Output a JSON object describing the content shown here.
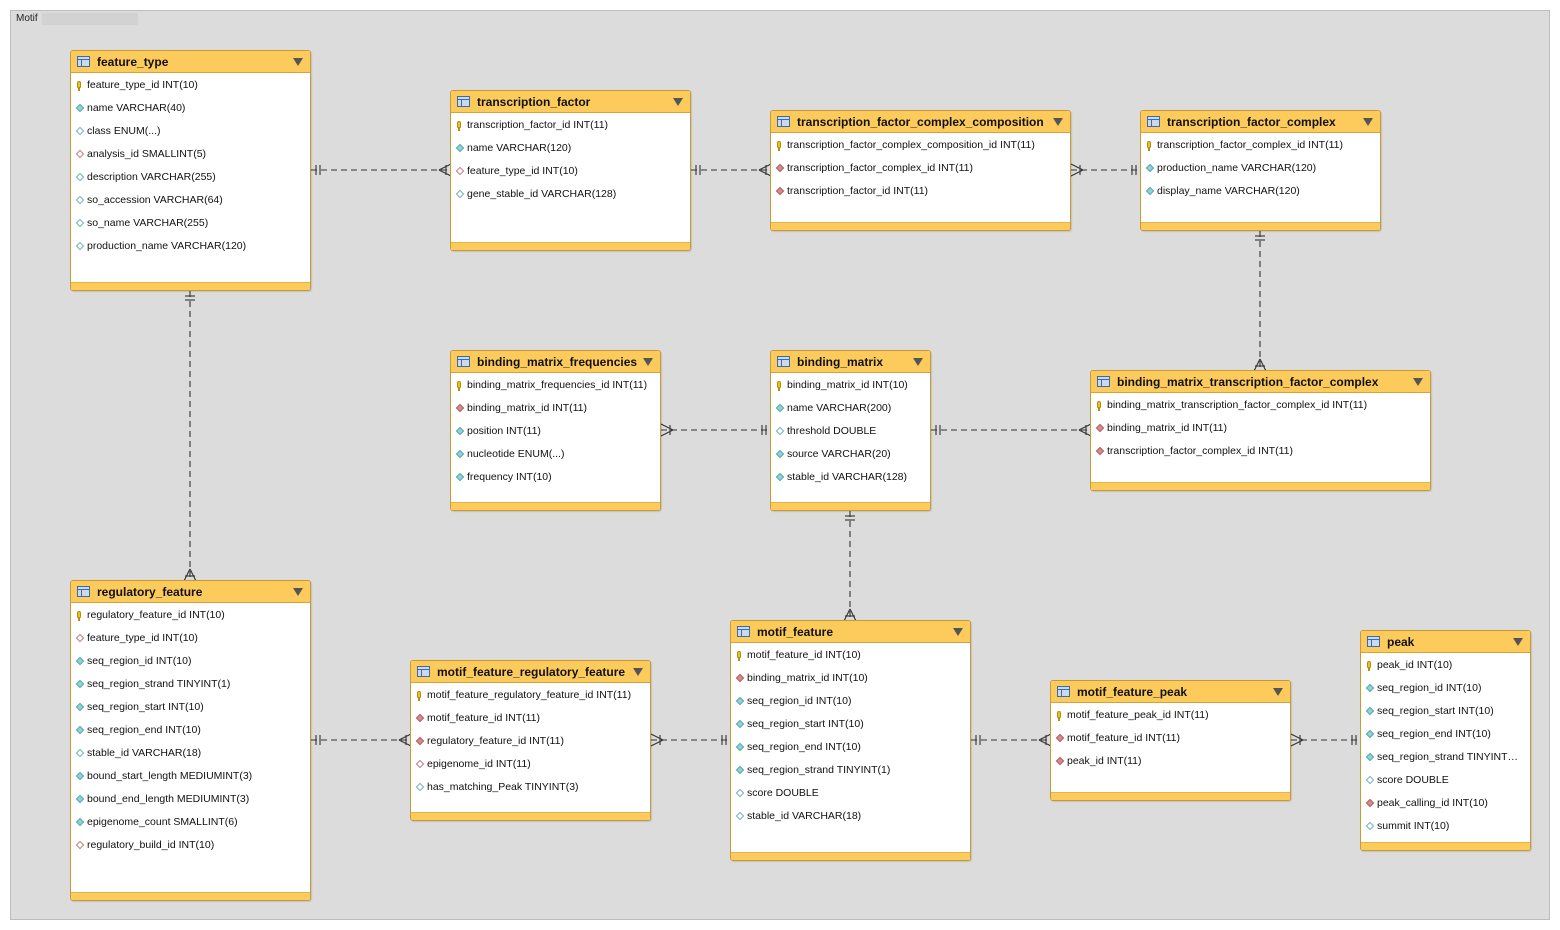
{
  "diagram": {
    "layer_name": "Motif",
    "colors": {
      "canvas": "#dcdcdc",
      "table_header": "#fdcb5c",
      "primary_key_icon": "#e9c228",
      "foreign_key_icon": "#d98a8a",
      "column_icon": "#8fd3d9",
      "connector": "#333333"
    },
    "tables": [
      {
        "id": "feature_type",
        "name": "feature_type",
        "columns": [
          {
            "text": "feature_type_id INT(10)",
            "key": "pk"
          },
          {
            "text": "name VARCHAR(40)",
            "key": "col"
          },
          {
            "text": "class ENUM(...)",
            "key": "col-null"
          },
          {
            "text": "analysis_id SMALLINT(5)",
            "key": "fk-null"
          },
          {
            "text": "description VARCHAR(255)",
            "key": "col-null"
          },
          {
            "text": "so_accession VARCHAR(64)",
            "key": "col-null"
          },
          {
            "text": "so_name VARCHAR(255)",
            "key": "col-null"
          },
          {
            "text": "production_name VARCHAR(120)",
            "key": "col-null"
          }
        ]
      },
      {
        "id": "transcription_factor",
        "name": "transcription_factor",
        "columns": [
          {
            "text": "transcription_factor_id INT(11)",
            "key": "pk"
          },
          {
            "text": "name VARCHAR(120)",
            "key": "col"
          },
          {
            "text": "feature_type_id INT(10)",
            "key": "fk-null"
          },
          {
            "text": "gene_stable_id VARCHAR(128)",
            "key": "col-null"
          }
        ]
      },
      {
        "id": "tfc_composition",
        "name": "transcription_factor_complex_composition",
        "columns": [
          {
            "text": "transcription_factor_complex_composition_id INT(11)",
            "key": "pk"
          },
          {
            "text": "transcription_factor_complex_id INT(11)",
            "key": "fk"
          },
          {
            "text": "transcription_factor_id INT(11)",
            "key": "fk"
          }
        ]
      },
      {
        "id": "tf_complex",
        "name": "transcription_factor_complex",
        "columns": [
          {
            "text": "transcription_factor_complex_id INT(11)",
            "key": "pk"
          },
          {
            "text": "production_name VARCHAR(120)",
            "key": "col"
          },
          {
            "text": "display_name VARCHAR(120)",
            "key": "col"
          }
        ]
      },
      {
        "id": "bm_frequencies",
        "name": "binding_matrix_frequencies",
        "columns": [
          {
            "text": "binding_matrix_frequencies_id INT(11)",
            "key": "pk"
          },
          {
            "text": "binding_matrix_id INT(11)",
            "key": "fk"
          },
          {
            "text": "position INT(11)",
            "key": "col"
          },
          {
            "text": "nucleotide ENUM(...)",
            "key": "col"
          },
          {
            "text": "frequency INT(10)",
            "key": "col"
          }
        ]
      },
      {
        "id": "binding_matrix",
        "name": "binding_matrix",
        "columns": [
          {
            "text": "binding_matrix_id INT(10)",
            "key": "pk"
          },
          {
            "text": "name VARCHAR(200)",
            "key": "col"
          },
          {
            "text": "threshold DOUBLE",
            "key": "col-null"
          },
          {
            "text": "source VARCHAR(20)",
            "key": "col"
          },
          {
            "text": "stable_id VARCHAR(128)",
            "key": "col"
          }
        ]
      },
      {
        "id": "bm_tf_complex",
        "name": "binding_matrix_transcription_factor_complex",
        "columns": [
          {
            "text": "binding_matrix_transcription_factor_complex_id INT(11)",
            "key": "pk"
          },
          {
            "text": "binding_matrix_id INT(11)",
            "key": "fk"
          },
          {
            "text": "transcription_factor_complex_id INT(11)",
            "key": "fk"
          }
        ]
      },
      {
        "id": "regulatory_feature",
        "name": "regulatory_feature",
        "columns": [
          {
            "text": "regulatory_feature_id INT(10)",
            "key": "pk"
          },
          {
            "text": "feature_type_id INT(10)",
            "key": "fk-null"
          },
          {
            "text": "seq_region_id INT(10)",
            "key": "col"
          },
          {
            "text": "seq_region_strand TINYINT(1)",
            "key": "col"
          },
          {
            "text": "seq_region_start INT(10)",
            "key": "col"
          },
          {
            "text": "seq_region_end INT(10)",
            "key": "col"
          },
          {
            "text": "stable_id VARCHAR(18)",
            "key": "col-null"
          },
          {
            "text": "bound_start_length MEDIUMINT(3)",
            "key": "col"
          },
          {
            "text": "bound_end_length MEDIUMINT(3)",
            "key": "col"
          },
          {
            "text": "epigenome_count SMALLINT(6)",
            "key": "col"
          },
          {
            "text": "regulatory_build_id INT(10)",
            "key": "fk-null"
          }
        ]
      },
      {
        "id": "mf_regulatory_feature",
        "name": "motif_feature_regulatory_feature",
        "columns": [
          {
            "text": "motif_feature_regulatory_feature_id INT(11)",
            "key": "pk"
          },
          {
            "text": "motif_feature_id INT(11)",
            "key": "fk"
          },
          {
            "text": "regulatory_feature_id INT(11)",
            "key": "fk"
          },
          {
            "text": "epigenome_id INT(11)",
            "key": "fk-null"
          },
          {
            "text": "has_matching_Peak TINYINT(3)",
            "key": "col-null"
          }
        ]
      },
      {
        "id": "motif_feature",
        "name": "motif_feature",
        "columns": [
          {
            "text": "motif_feature_id INT(10)",
            "key": "pk"
          },
          {
            "text": "binding_matrix_id INT(10)",
            "key": "fk"
          },
          {
            "text": "seq_region_id INT(10)",
            "key": "col"
          },
          {
            "text": "seq_region_start INT(10)",
            "key": "col"
          },
          {
            "text": "seq_region_end INT(10)",
            "key": "col"
          },
          {
            "text": "seq_region_strand TINYINT(1)",
            "key": "col"
          },
          {
            "text": "score DOUBLE",
            "key": "col-null"
          },
          {
            "text": "stable_id VARCHAR(18)",
            "key": "col-null"
          }
        ]
      },
      {
        "id": "mf_peak",
        "name": "motif_feature_peak",
        "columns": [
          {
            "text": "motif_feature_peak_id INT(11)",
            "key": "pk"
          },
          {
            "text": "motif_feature_id INT(11)",
            "key": "fk"
          },
          {
            "text": "peak_id INT(11)",
            "key": "fk"
          }
        ]
      },
      {
        "id": "peak",
        "name": "peak",
        "columns": [
          {
            "text": "peak_id INT(10)",
            "key": "pk"
          },
          {
            "text": "seq_region_id INT(10)",
            "key": "col"
          },
          {
            "text": "seq_region_start INT(10)",
            "key": "col"
          },
          {
            "text": "seq_region_end INT(10)",
            "key": "col"
          },
          {
            "text": "seq_region_strand TINYINT…",
            "key": "col"
          },
          {
            "text": "score DOUBLE",
            "key": "col-null"
          },
          {
            "text": "peak_calling_id INT(10)",
            "key": "fk"
          },
          {
            "text": "summit INT(10)",
            "key": "col-null"
          }
        ]
      }
    ]
  }
}
